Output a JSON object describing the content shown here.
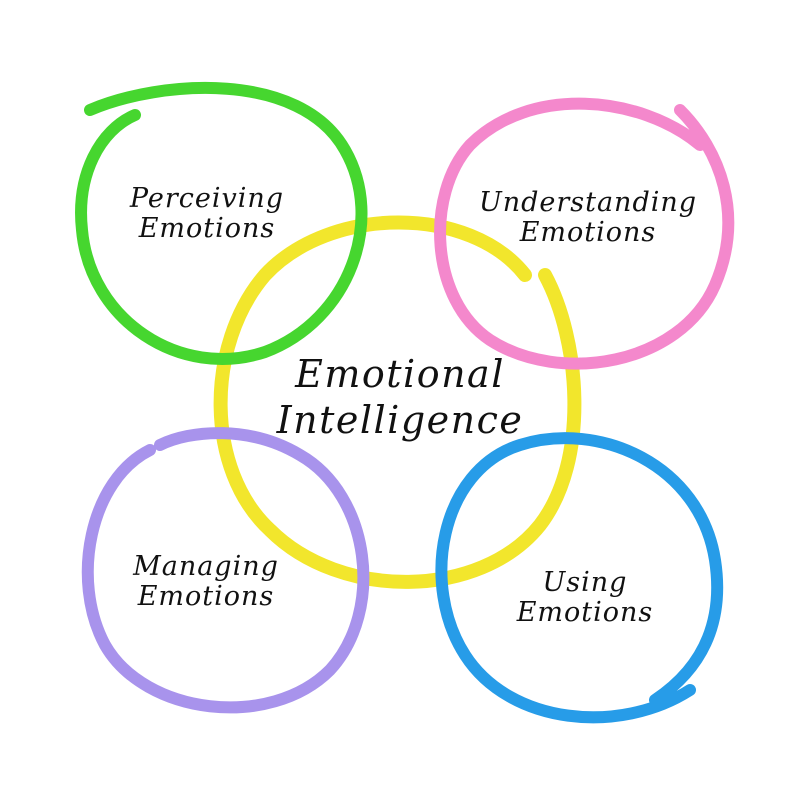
{
  "diagram": {
    "center": {
      "lines": [
        "Emotional",
        "Intelligence"
      ],
      "color": "#f2e62c"
    },
    "nodes": [
      {
        "id": "perceiving",
        "lines": [
          "Perceiving",
          "Emotions"
        ],
        "color": "#46d62f"
      },
      {
        "id": "understanding",
        "lines": [
          "Understanding",
          "Emotions"
        ],
        "color": "#f488cc"
      },
      {
        "id": "managing",
        "lines": [
          "Managing",
          "Emotions"
        ],
        "color": "#a893ec"
      },
      {
        "id": "using",
        "lines": [
          "Using",
          "Emotions"
        ],
        "color": "#279ce8"
      }
    ]
  }
}
